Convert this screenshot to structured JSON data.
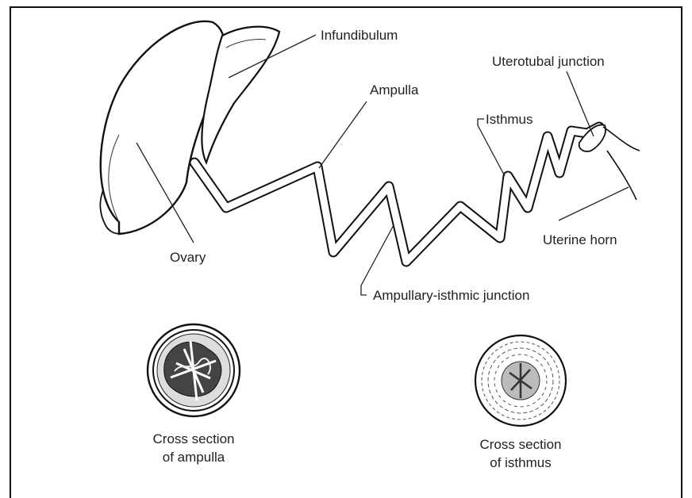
{
  "labels": {
    "infundibulum": "Infundibulum",
    "ampulla": "Ampulla",
    "isthmus": "Isthmus",
    "uterotubal_junction": "Uterotubal junction",
    "ovary": "Ovary",
    "uterine_horn": "Uterine horn",
    "ampullary_isthmic_junction": "Ampullary-isthmic junction"
  },
  "cross_sections": {
    "ampulla_line1": "Cross section",
    "ampulla_line2": "of ampulla",
    "isthmus_line1": "Cross section",
    "isthmus_line2": "of isthmus"
  }
}
